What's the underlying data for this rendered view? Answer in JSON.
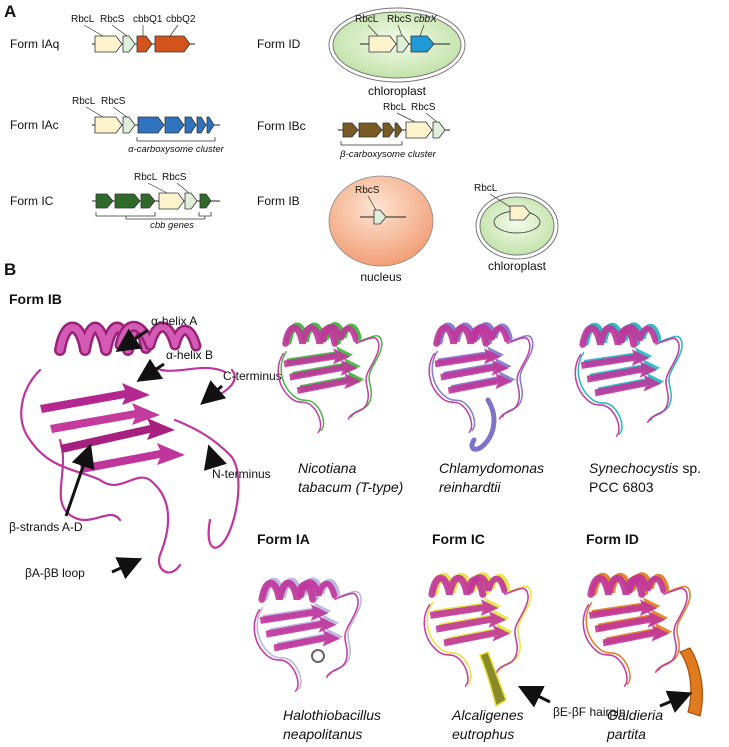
{
  "panel_a": {
    "label": "A",
    "form_iaq": {
      "title": "Form IAq",
      "g1": "RbcL",
      "g2": "RbcS",
      "g3": "cbbQ1",
      "g4": "cbbQ2"
    },
    "form_id_a": {
      "title": "Form ID",
      "g1": "RbcL",
      "g2": "RbcS",
      "g3": "cbbX",
      "compartment": "chloroplast"
    },
    "form_iac": {
      "title": "Form IAc",
      "g1": "RbcL",
      "g2": "RbcS",
      "cluster": "α-carboxysome cluster"
    },
    "form_ibc": {
      "title": "Form IBc",
      "g1": "RbcL",
      "g2": "RbcS",
      "cluster": "β-carboxysome cluster"
    },
    "form_ic": {
      "title": "Form IC",
      "g1": "RbcL",
      "g2": "RbcS",
      "cluster": "cbb genes"
    },
    "form_ib_a": {
      "title": "Form IB",
      "g_nucleus": "RbcS",
      "nucleus": "nucleus",
      "g_chloro": "RbcL",
      "chloroplast": "chloroplast"
    }
  },
  "panel_b": {
    "label": "B",
    "title": "Form IB",
    "annotations": {
      "helix_a": "α-helix A",
      "helix_b": "α-helix B",
      "c_term": "C-terminus",
      "n_term": "N-terminus",
      "strands": "β-strands A-D",
      "loop": "βA-βB loop",
      "hairpin": "βE-βF hairpin"
    },
    "species": {
      "nicotiana_1": "Nicotiana",
      "nicotiana_2": "tabacum (T-type)",
      "chlamy_1": "Chlamydomonas",
      "chlamy_2": "reinhardtii",
      "synecho_1a": "Synechocystis",
      "synecho_1b": " sp.",
      "synecho_2": "PCC 6803",
      "halo_1": "Halothiobacillus",
      "halo_2": "neapolitanus",
      "alcali_1": "Alcaligenes",
      "alcali_2": "eutrophus",
      "galdieria_1": "Galdieria",
      "galdieria_2": "partita"
    },
    "forms": {
      "ia": "Form IA",
      "ic": "Form IC",
      "id": "Form ID"
    }
  },
  "colors": {
    "rbcl": "#fdf3cc",
    "rbcs": "#dff0da",
    "cbbq": "#d2541c",
    "cbbx": "#1f9ad6",
    "alpha": "#2f72bd",
    "beta": "#7a5a24",
    "cbb": "#2f6a2a",
    "chloroplast": "#dff2cf",
    "nucleus": "#f6b893",
    "form_ib": "#c0359b",
    "green_overlay": "#3fb13c",
    "purple_overlay": "#7f73c8",
    "cyan_overlay": "#21b5c2",
    "lavender_overlay": "#b9b3de",
    "yellow_overlay": "#e7e23a",
    "orange_overlay": "#e07a1f"
  }
}
